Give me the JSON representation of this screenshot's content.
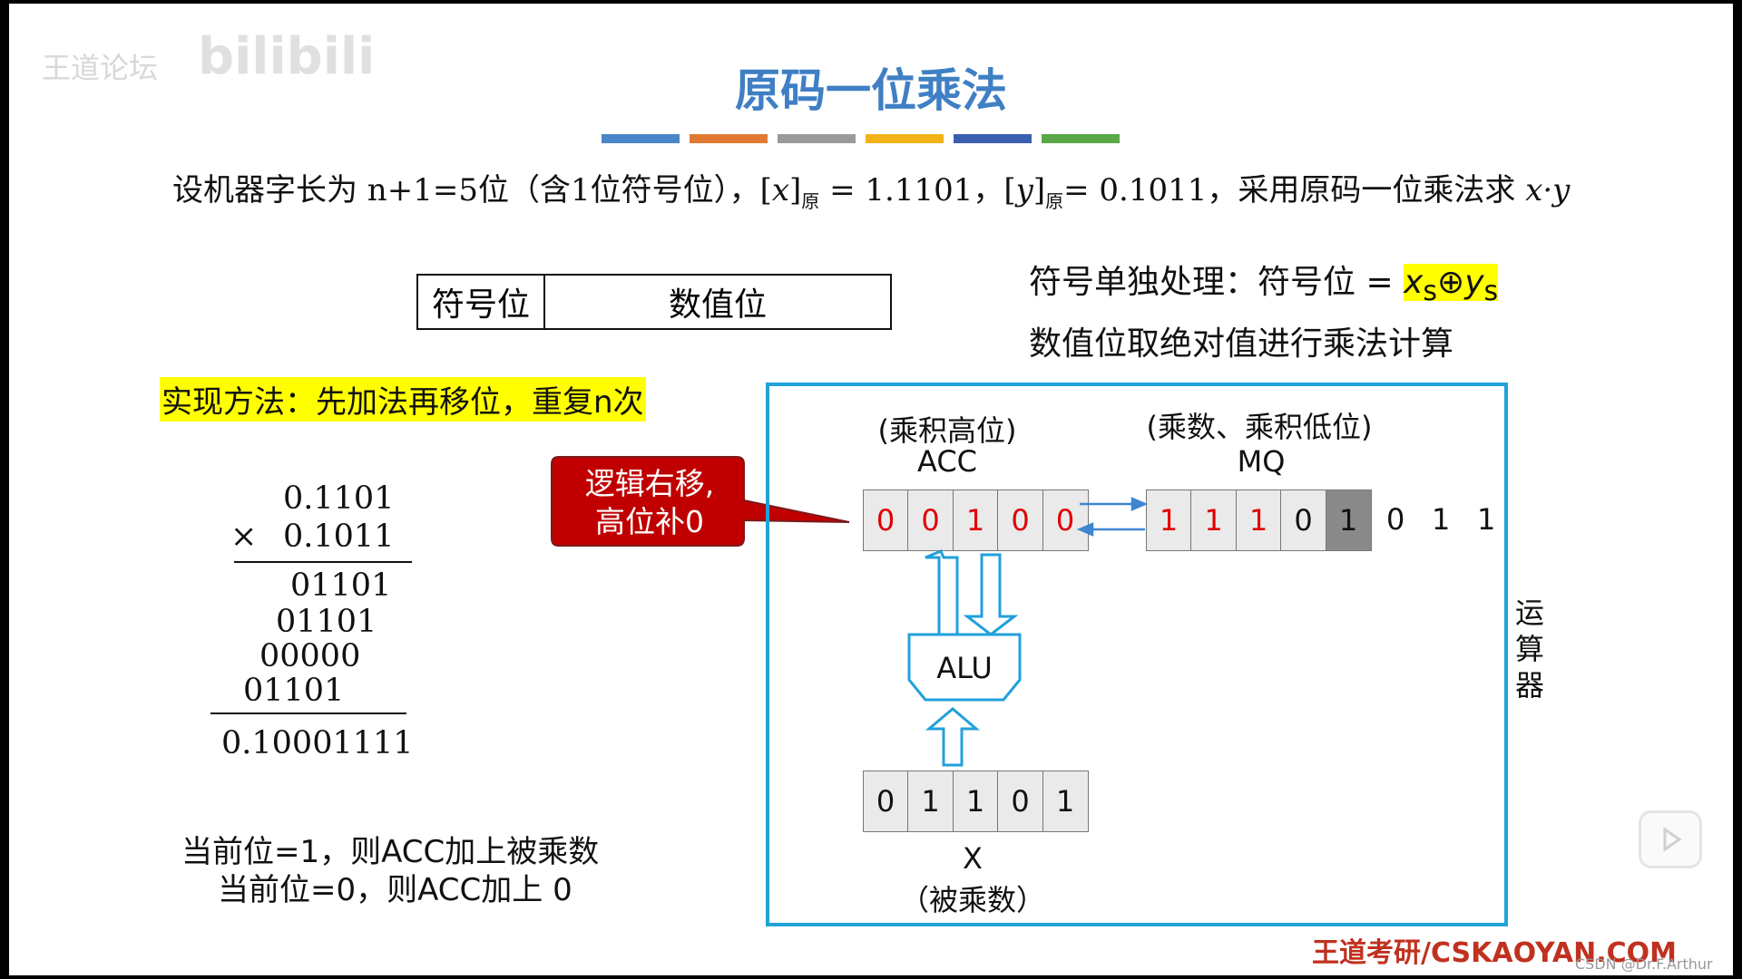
{
  "watermark": {
    "text": "王道论坛",
    "site": "bilibili"
  },
  "title": "原码一位乘法",
  "color_bars": [
    "#4a86c8",
    "#e07a32",
    "#9a9a9a",
    "#f2b318",
    "#3b5fb0",
    "#5aa848"
  ],
  "problem": {
    "p1": "设机器字长为 n+1=5位（含1位符号位），[",
    "x": "x",
    "p2": "]",
    "sub": "原",
    "p3": " = 1.1101，[",
    "y": "y",
    "p4": "]",
    "sub2": "原",
    "p5": "= 0.1011，采用原码一位乘法求 ",
    "xy": "x·y"
  },
  "field_box": {
    "sign": "符号位",
    "value": "数值位"
  },
  "sign_rule": {
    "prefix": "符号单独处理：符号位 = ",
    "formula": "x",
    "s1": "s",
    "op": "⊕",
    "y": "y",
    "s2": "s"
  },
  "magnitude_rule": "数值位取绝对值进行乘法计算",
  "method": "实现方法：先加法再移位，重复n次",
  "calculation": {
    "multiplicand": "0.1101",
    "times": "×",
    "multiplier": "0.1011",
    "partials": [
      "01101",
      "01101",
      "00000",
      "01101"
    ],
    "result": "0.10001111"
  },
  "notes": [
    "当前位=1，则ACC加上被乘数",
    "当前位=0，则ACC加上 0"
  ],
  "callout": {
    "line1": "逻辑右移,",
    "line2": "高位补0",
    "fill": "#c00000"
  },
  "acc": {
    "desc": "(乘积高位)",
    "name": "ACC",
    "bits": [
      "0",
      "0",
      "1",
      "0",
      "0"
    ]
  },
  "mq": {
    "desc": "(乘数、乘积低位)",
    "name": "MQ",
    "bits": [
      "1",
      "1",
      "1",
      "0",
      "1"
    ],
    "trailing": [
      "0",
      "1",
      "1"
    ]
  },
  "alu": "ALU",
  "x_reg": {
    "bits": [
      "0",
      "1",
      "1",
      "0",
      "1"
    ],
    "name": "X",
    "desc": "（被乘数）"
  },
  "unit_label": [
    "运",
    "算",
    "器"
  ],
  "brand": "王道考研/CSKAOYAN.COM",
  "csdn": "CSDN @Dr.F.Arthur"
}
